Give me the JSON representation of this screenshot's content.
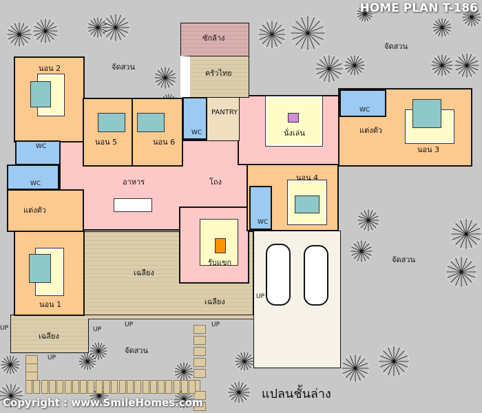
{
  "header": {
    "title": "HOME PLAN T-186"
  },
  "footer": {
    "copyright": "Copyright : www.SmileHomes.com",
    "plan_title": "แปลนชั้นล่าง"
  },
  "rooms": {
    "laundry": "ซักล้าง",
    "thai_kitchen": "ครัวไทย",
    "pantry": "PANTRY",
    "bedroom2": "นอน 2",
    "bedroom5": "นอน 5",
    "bedroom6": "นอน 6",
    "bedroom3": "นอน 3",
    "bedroom4": "นอน 4",
    "bedroom1": "นอน 1",
    "living": "นั่งเล่น",
    "dining": "อาหาร",
    "hall": "โถง",
    "reception": "รับแขก",
    "dressing_left": "แต่งตัว",
    "dressing_right": "แต่งตัว",
    "terrace_main": "เฉลียง",
    "terrace_front": "เฉลียง",
    "terrace_small": "เฉลียง",
    "wc": [
      "WC",
      "WC",
      "WC",
      "WC",
      "WC"
    ]
  },
  "garden": [
    "จัดสวน",
    "จัดสวน",
    "จัดสวน",
    "จัดสวน"
  ],
  "stairs": [
    "UP",
    "UP",
    "UP",
    "UP",
    "UP",
    "UP"
  ],
  "colors": {
    "bedroom": "#fcc98f",
    "wc": "#9ccaf2",
    "hall": "#fcc8c8",
    "terrace": "#dccdac",
    "garage": "#f6f2e8",
    "background": "#c8c8c8"
  }
}
